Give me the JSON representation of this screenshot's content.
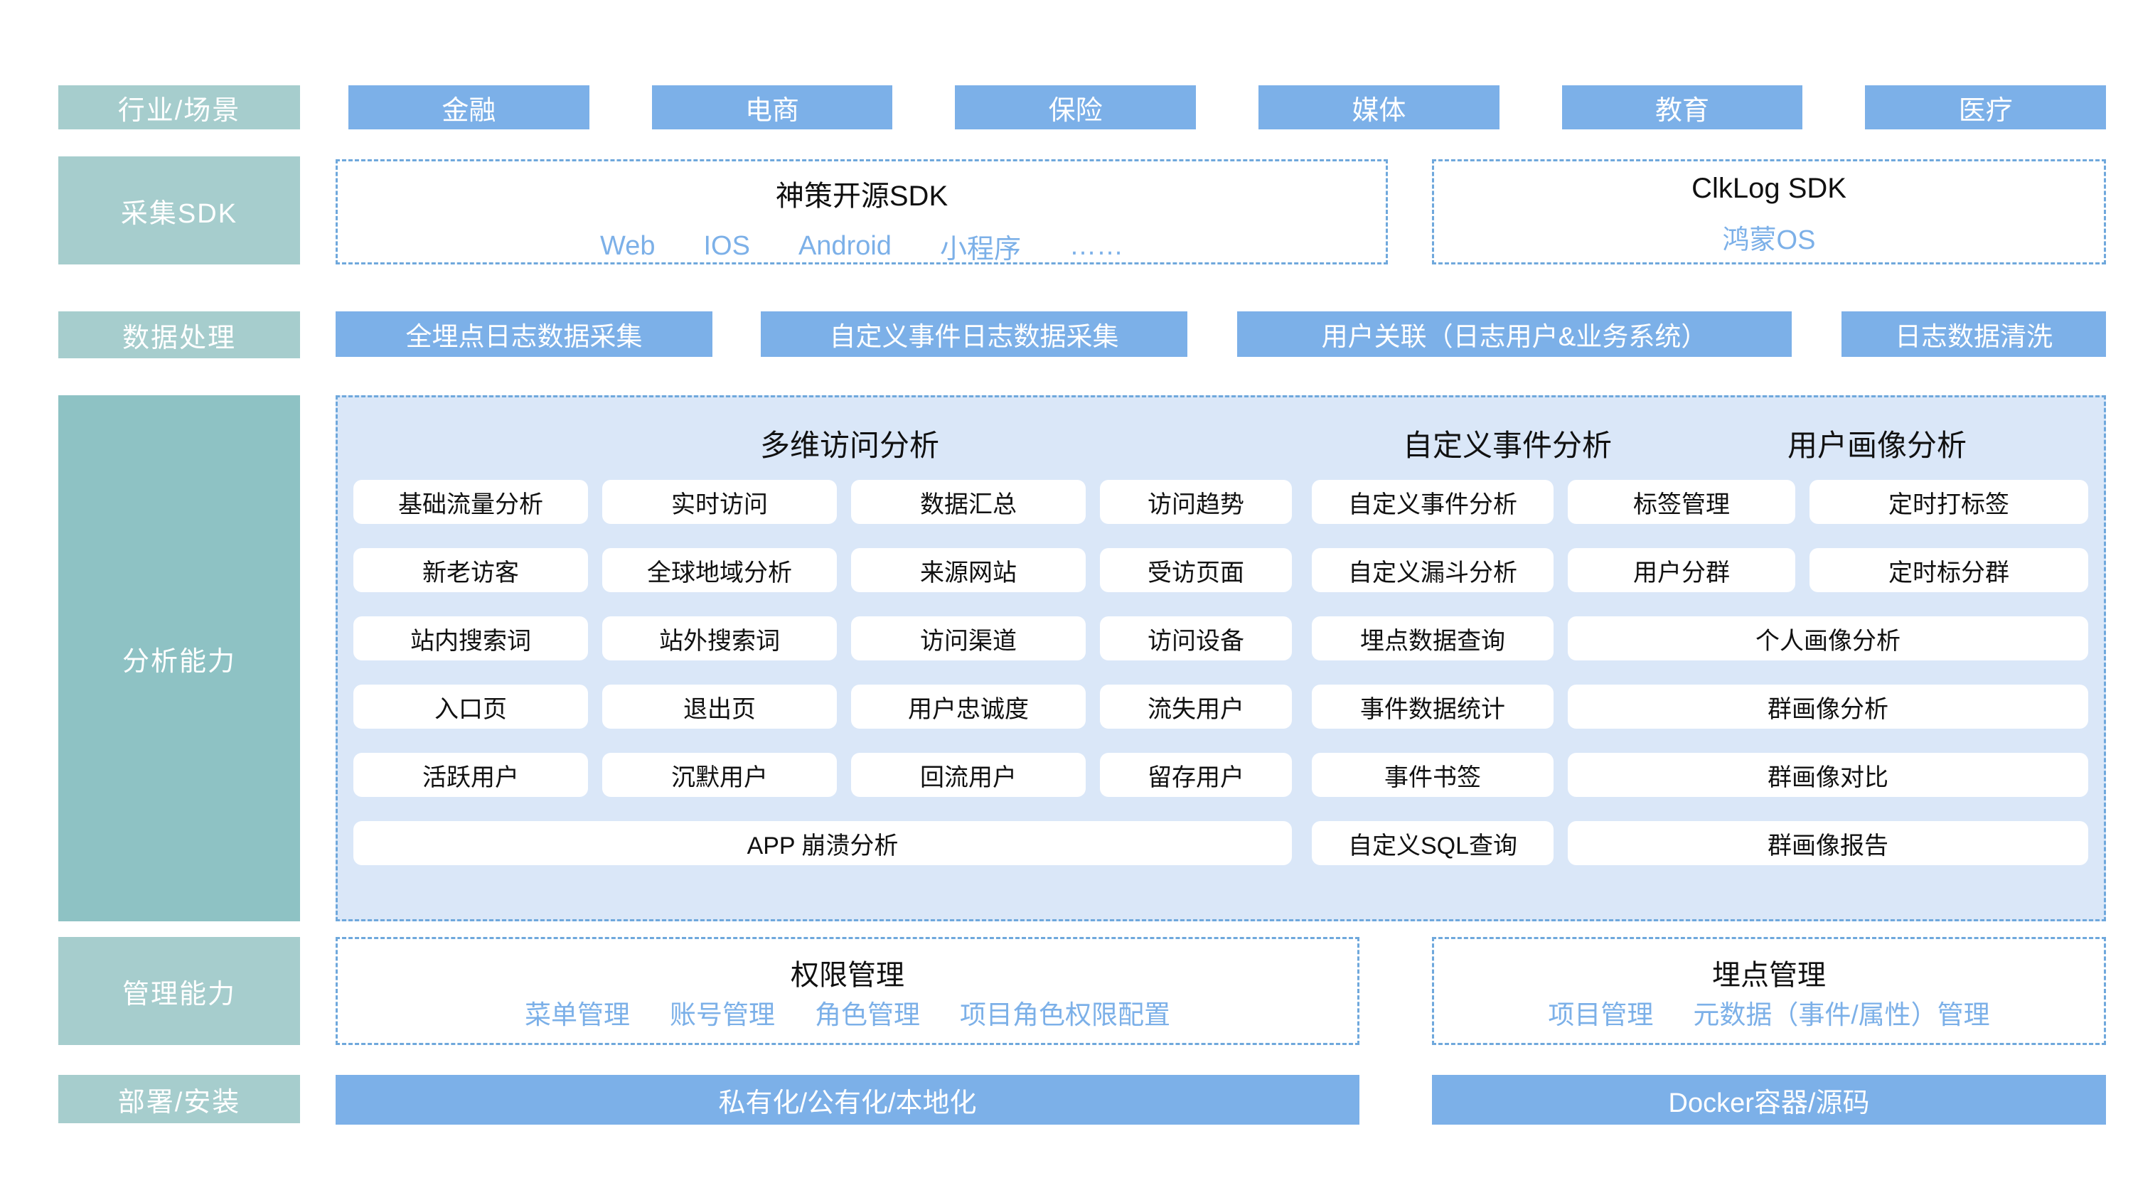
{
  "colors": {
    "side_label": "#a6cdcd",
    "side_label_big": "#8ec2c4",
    "chip_blue": "#7cb0e8",
    "panel_fill": "#dae7f8",
    "dashed_border": "#6fa8dc",
    "card_white": "#ffffff",
    "text_dark": "#111111",
    "text_blue": "#7cb0e8"
  },
  "sidebar": {
    "items": [
      {
        "label": "行业/场景"
      },
      {
        "label": "采集SDK"
      },
      {
        "label": "数据处理"
      },
      {
        "label": "分析能力"
      },
      {
        "label": "管理能力"
      },
      {
        "label": "部署/安装"
      }
    ]
  },
  "industry": {
    "chips": [
      "金融",
      "电商",
      "保险",
      "媒体",
      "教育",
      "医疗"
    ]
  },
  "collect_sdk": {
    "left": {
      "title": "神策开源SDK",
      "platforms": [
        "Web",
        "IOS",
        "Android",
        "小程序",
        "……"
      ]
    },
    "right": {
      "title": "ClkLog SDK",
      "platforms": [
        "鸿蒙OS"
      ]
    }
  },
  "data_processing": {
    "chips": [
      "全埋点日志数据采集",
      "自定义事件日志数据采集",
      "用户关联（日志用户&业务系统）",
      "日志数据清洗"
    ]
  },
  "analysis": {
    "headings": [
      {
        "label": "多维访问分析"
      },
      {
        "label": "自定义事件分析"
      },
      {
        "label": "用户画像分析"
      }
    ],
    "multi_dim_grid": [
      [
        "基础流量分析",
        "实时访问",
        "数据汇总",
        "访问趋势"
      ],
      [
        "新老访客",
        "全球地域分析",
        "来源网站",
        "受访页面"
      ],
      [
        "站内搜索词",
        "站外搜索词",
        "访问渠道",
        "访问设备"
      ],
      [
        "入口页",
        "退出页",
        "用户忠诚度",
        "流失用户"
      ],
      [
        "活跃用户",
        "沉默用户",
        "回流用户",
        "留存用户"
      ]
    ],
    "multi_dim_wide": "APP 崩溃分析",
    "custom_event_items": [
      "自定义事件分析",
      "自定义漏斗分析",
      "埋点数据查询",
      "事件数据统计",
      "事件书签",
      "自定义SQL查询"
    ],
    "persona_pairs": [
      [
        "标签管理",
        "定时打标签"
      ],
      [
        "用户分群",
        "定时标分群"
      ]
    ],
    "persona_wide": [
      "个人画像分析",
      "群画像分析",
      "群画像对比",
      "群画像报告"
    ]
  },
  "management": {
    "left": {
      "title": "权限管理",
      "items": [
        "菜单管理",
        "账号管理",
        "角色管理",
        "项目角色权限配置"
      ]
    },
    "right": {
      "title": "埋点管理",
      "items": [
        "项目管理",
        "元数据（事件/属性）管理"
      ]
    }
  },
  "deploy": {
    "chips": [
      "私有化/公有化/本地化",
      "Docker容器/源码"
    ]
  }
}
